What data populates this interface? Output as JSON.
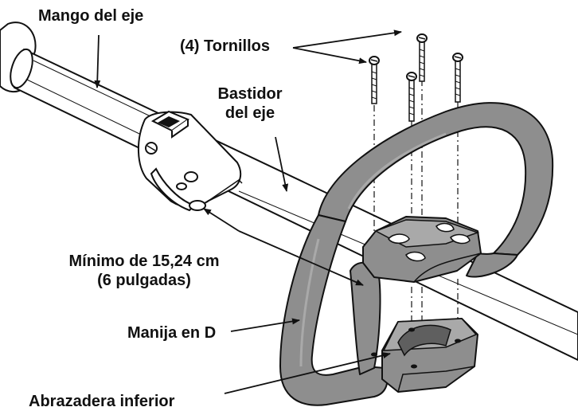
{
  "labels": {
    "shaft_handle": "Mango del eje",
    "screws": "(4) Tornillos",
    "shaft_housing_line1": "Bastidor",
    "shaft_housing_line2": "del eje",
    "minimum_line1": "Mínimo de 15,24 cm",
    "minimum_line2": "(6 pulgadas)",
    "d_handle": "Manija en D",
    "lower_clamp": "Abrazadera inferior"
  },
  "colors": {
    "handle_fill": "#8e8e8e",
    "handle_highlight": "#a9a9a9",
    "outline": "#111111",
    "background": "#ffffff"
  }
}
